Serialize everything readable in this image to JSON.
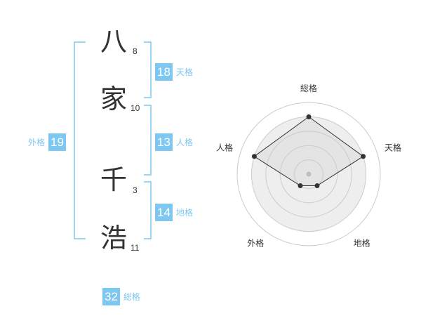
{
  "name": {
    "chars": [
      {
        "char": "八",
        "strokes": "8"
      },
      {
        "char": "家",
        "strokes": "10"
      },
      {
        "char": "千",
        "strokes": "3"
      },
      {
        "char": "浩",
        "strokes": "11"
      }
    ]
  },
  "fortune": {
    "tenkaku": {
      "label": "天格",
      "value": "18"
    },
    "jinkaku": {
      "label": "人格",
      "value": "13"
    },
    "chikaku": {
      "label": "地格",
      "value": "14"
    },
    "gaikaku": {
      "label": "外格",
      "value": "19"
    },
    "soukaku": {
      "label": "総格",
      "value": "32"
    }
  },
  "colors": {
    "accent": "#7ec7f0",
    "text": "#333333",
    "grid": "#cccccc",
    "fill": "#eeeeee"
  },
  "chart_data": {
    "type": "radar",
    "axes": [
      "総格",
      "天格",
      "地格",
      "外格",
      "人格"
    ],
    "values": [
      4,
      4,
      1,
      1,
      4
    ],
    "range": [
      0,
      5
    ],
    "rings": 5
  }
}
